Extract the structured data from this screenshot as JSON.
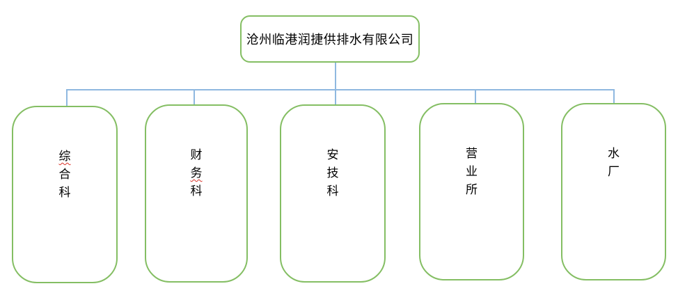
{
  "root": {
    "label": "沧州临港润捷供排水有限公司"
  },
  "departments": [
    {
      "label": "综合科",
      "spellcheck_underline_char_indices": [
        0
      ]
    },
    {
      "label": "财务科",
      "spellcheck_underline_char_indices": [
        1
      ]
    },
    {
      "label": "安技科",
      "spellcheck_underline_char_indices": []
    },
    {
      "label": "营业所",
      "spellcheck_underline_char_indices": []
    },
    {
      "label": "水厂",
      "spellcheck_underline_char_indices": []
    }
  ],
  "colors": {
    "box_border": "#84BE63",
    "connector": "#8FB8E0",
    "spellcheck_underline": "#D93025",
    "text": "#000000",
    "background": "#FFFFFF"
  }
}
